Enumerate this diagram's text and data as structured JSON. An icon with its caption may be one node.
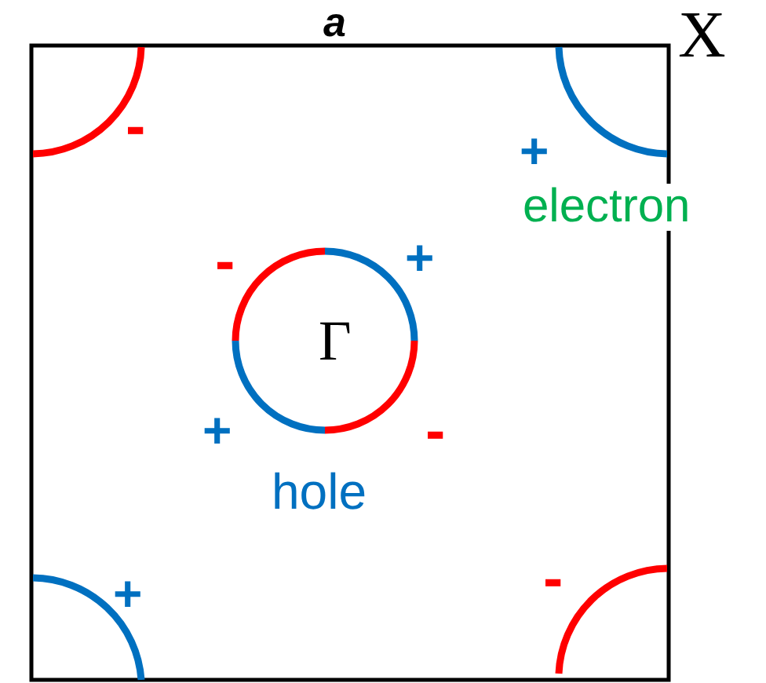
{
  "diagram": {
    "labels": [
      "a",
      "X",
      "-",
      "+",
      "electron",
      "-",
      "+",
      "Γ",
      "+",
      "-",
      "hole",
      "+",
      "-"
    ]
  }
}
